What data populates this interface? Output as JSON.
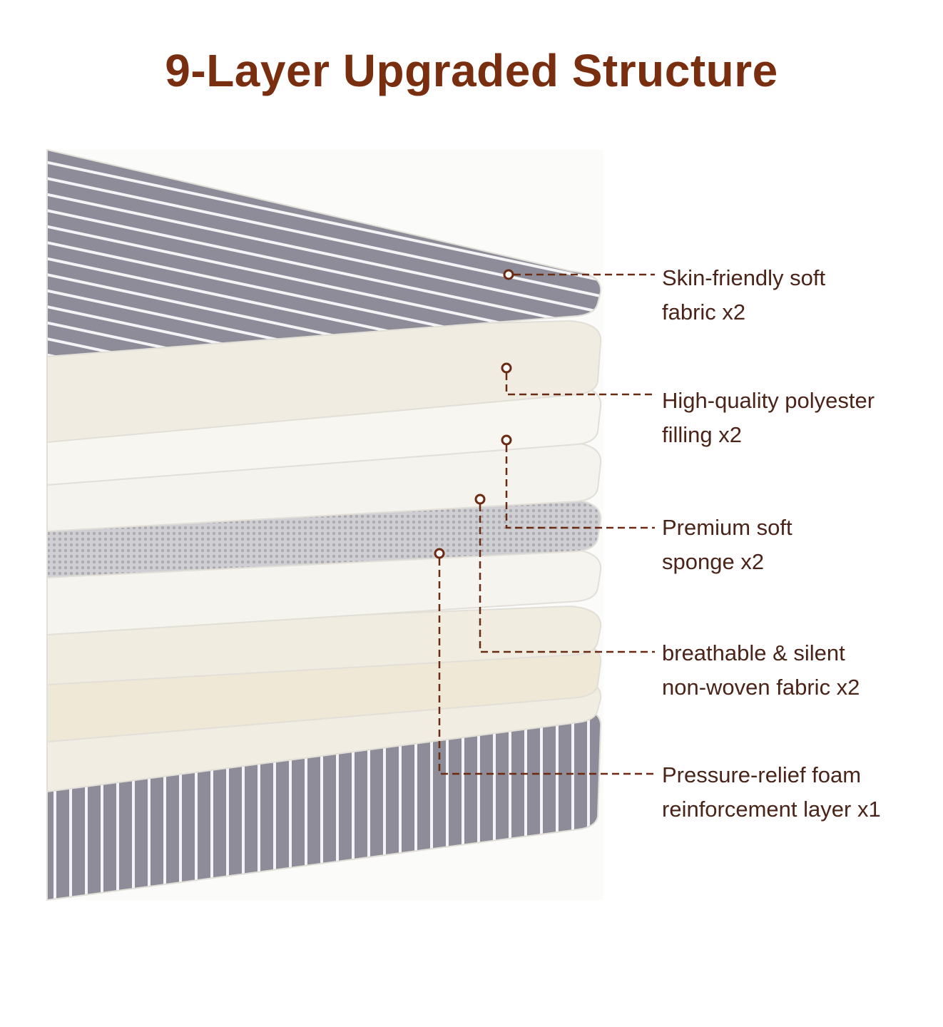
{
  "title": "9-Layer Upgraded Structure",
  "colors": {
    "title": "#7a2e10",
    "label": "#4a2418",
    "callout": "#6b2a12",
    "fabric": "#8d8c98"
  },
  "callouts": [
    {
      "line1": "Skin-friendly soft",
      "line2": "fabric x2"
    },
    {
      "line1": "High-quality polyester",
      "line2": "filling x2"
    },
    {
      "line1": "Premium soft",
      "line2": "sponge x2"
    },
    {
      "line1": "breathable & silent",
      "line2": "non-woven fabric x2"
    },
    {
      "line1": "Pressure-relief foam",
      "line2": "reinforcement layer x1"
    }
  ]
}
